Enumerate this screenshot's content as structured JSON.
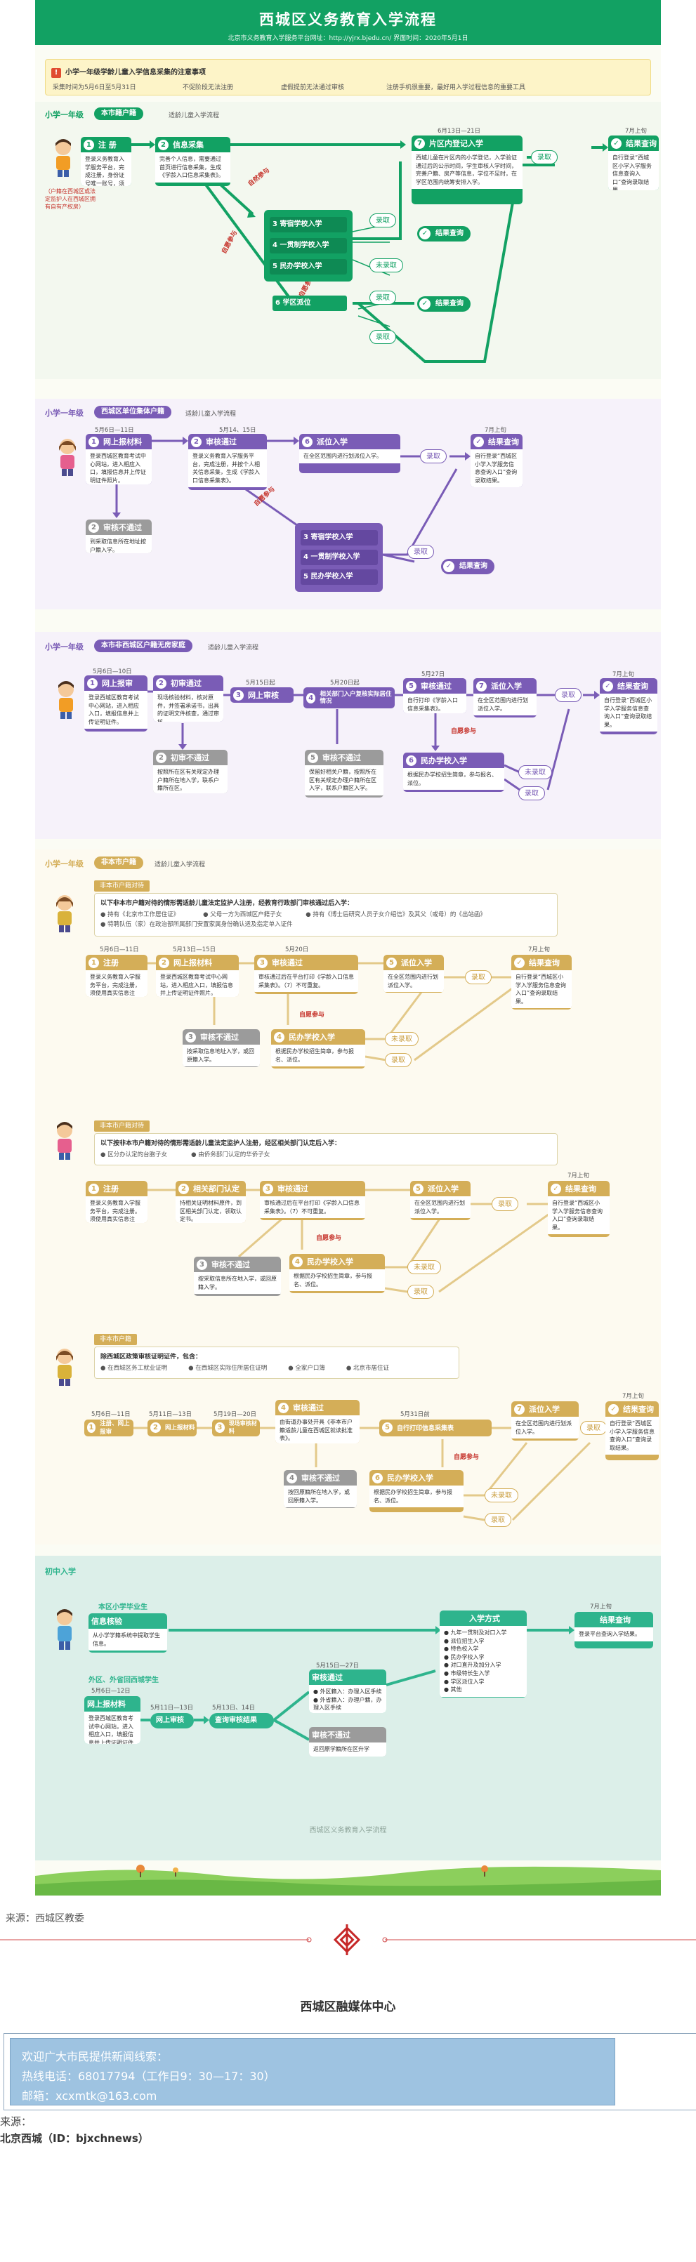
{
  "poster": {
    "title": "西城区义务教育入学流程",
    "subtitle": "北京市义务教育入学服务平台网址：http://yjrx.bjedu.cn/        界面时间：2020年5月1日",
    "notice_title": "小学一年级学龄儿童入学信息采集的注意事项",
    "notice_items": [
      "采集时间为5月6日至5月31日",
      "不促阶段无法注册",
      "虚假提前无法通过审核",
      "注册手机很重要，最好用入学过程信息的重要工具"
    ],
    "footer_watermark": "西城区义务教育入学流程"
  },
  "sections": {
    "s1": {
      "grade": "小学一年级",
      "tag": "本市籍户籍",
      "note": "适龄儿童入学流程",
      "left_note": "（户籍在西城区或法定监护人在西城区拥有自有产权房）",
      "dates": {
        "n7": "6月13日—21日",
        "result": "7月上旬"
      },
      "nodes": {
        "n1": {
          "num": "1",
          "title": "注 册",
          "body": "登录义务教育入学服务平台，完成注册，身份证号唯一账号，须使用真实信息注册。"
        },
        "n2": {
          "num": "2",
          "title": "信息采集",
          "body": "完善个人信息，需要通过首页进行信息采集，生成《学龄入口信息采集表》。"
        },
        "n7": {
          "num": "7",
          "title": "片区内登记入学",
          "body": "西城儿童在片区内的小学登记，入学验证通过后的公示时间，学生审核人学时间，完善户籍、房产等信息，学位不足时，在学区范围内统筹安排入学。"
        },
        "result": {
          "title": "结果查询",
          "body": "自行登录“西城区小学入学服务信息查询入口”查询录取结果。"
        }
      },
      "stack": [
        "3 寄宿学校入学",
        "4 一贯制学校入学",
        "5 民办学校入学"
      ],
      "n6": "6 学区派位",
      "verts": [
        "自然参与",
        "自愿参与",
        "自愿参与"
      ],
      "btn_enroll": "录取",
      "btn_not": "未录取",
      "result_query": "结果查询"
    },
    "s2": {
      "grade": "小学一年级",
      "tag": "西城区单位集体户籍",
      "note": "适龄儿童入学流程",
      "dates": {
        "n1": "5月6日—11日",
        "n2": "5月14、15日",
        "result": "7月上旬"
      },
      "nodes": {
        "n1": {
          "num": "1",
          "title": "网上报材料",
          "body": "登录西城区教育考试中心网站，进入相应入口，填报信息并上传证明证件照片。"
        },
        "n2": {
          "num": "2",
          "title": "审核通过",
          "body": "登录义务教育入学服务平台，完成注册，并按个人相关信息采集，生成《学龄入口信息采集表》。"
        },
        "n2b": {
          "num": "2",
          "title": "审核不通过",
          "body": "到采取信息所在地址按户籍入学。"
        },
        "n6": {
          "num": "6",
          "title": "派位入学",
          "body": "在全区范围内进行划派位入学。"
        },
        "result": {
          "title": "结果查询",
          "body": "自行登录“西城区小学入学服务信息查询入口”查询录取结果。"
        }
      },
      "stack": [
        "3 寄宿学校入学",
        "4 一贯制学校入学",
        "5 民办学校入学"
      ],
      "vert": "自愿参与",
      "btn_enroll": "录取",
      "result_query": "结果查询"
    },
    "s3": {
      "grade": "小学一年级",
      "tag": "本市非西城区户籍无房家庭",
      "note": "适龄儿童入学流程",
      "dates": {
        "n1": "5月6日—10日",
        "n3": "5月15日起",
        "n4": "5月20日起",
        "n5": "5月27日",
        "result": "7月上旬"
      },
      "nodes": {
        "n1": {
          "num": "1",
          "title": "网上报审",
          "body": "登录西城区教育考试中心网站，进入相应入口，填报信息并上传证明证件。"
        },
        "n2": {
          "num": "2",
          "title": "初审通过",
          "body": "现场核验材料，核对原件，并签署承诺书，出具的证明文件核查，通过审核。"
        },
        "n2b": {
          "num": "2",
          "title": "初审不通过",
          "body": "按照所在区有关规定办理户籍所在地入学，联系户籍所在区。"
        },
        "n3": {
          "num": "3",
          "title": "网上审核",
          "body": ""
        },
        "n4": {
          "num": "4",
          "title": "相关部门入户复核实际居住情况",
          "body": ""
        },
        "n5": {
          "num": "5",
          "title": "审核通过",
          "body": "自行打印《学龄入口信息采集表》。"
        },
        "n5b": {
          "num": "5",
          "title": "审核不通过",
          "body": "保留好相关户籍，按照所在区有关规定办理户籍所在区入学，联系户籍区入学。"
        },
        "n6": {
          "num": "6",
          "title": "民办学校入学",
          "body": "根据民办学校招生简章，参与报名、派位。"
        },
        "n7": {
          "num": "7",
          "title": "派位入学",
          "body": "在全区范围内进行划派位入学。"
        },
        "result": {
          "title": "结果查询",
          "body": "自行登录“西城区小学入学服务信息查询入口”查询录取结果。"
        }
      },
      "vert": "自愿参与",
      "btn_enroll": "录取",
      "btn_not": "未录取"
    },
    "s4": {
      "grade": "小学一年级",
      "tag": "非本市户籍",
      "note": "适龄儿童入学流程",
      "a": {
        "head": "非本市户籍对待",
        "req_title": "以下非本市户籍对待的情形需适龄儿童法定监护人注册，经教育行政部门审核通过后入学：",
        "req": [
          "● 持有《北京市工作居住证》",
          "● 父母一方为西城区户籍子女",
          "● 持有《博士后研究人员子女介绍信》及其父（或母）的《出站函》",
          "● 特聘队伍（家）在政治部所属部门安置家属身份确认适及指定单入证件"
        ],
        "dates": {
          "n1": "5月6日—11日",
          "n2": "5月13日—15日",
          "n3": "5月20日",
          "result": "7月上旬"
        },
        "nodes": {
          "n1": {
            "num": "1",
            "title": "注册",
            "body": "登录义务教育入学服务平台，完成注册，须使用真实信息注册。"
          },
          "n2": {
            "num": "2",
            "title": "网上报材料",
            "body": "登录西城区教育考试中心网站，进入相应入口，填报信息并上传证明证件照片。"
          },
          "n3": {
            "num": "3",
            "title": "审核通过",
            "body": "审核通过后在平台打印《学龄入口信息采集表》。（7）不可重复。"
          },
          "n3b": {
            "num": "3",
            "title": "审核不通过",
            "body": "按采取信息地址入学，或回原籍入学。"
          },
          "n4": {
            "num": "4",
            "title": "民办学校入学",
            "body": "根据民办学校招生简章，参与报名、派位。"
          },
          "n5": {
            "num": "5",
            "title": "派位入学",
            "body": "在全区范围内进行划派位入学。"
          },
          "result": {
            "title": "结果查询",
            "body": "自行登录“西城区小学入学服务信息查询入口”查询录取结果。"
          }
        }
      },
      "b": {
        "head": "非本市户籍对待",
        "req_title": "以下按非本市户籍对待的情形需适龄儿童法定监护人注册，经区相关部门认定后入学：",
        "req": [
          "● 区分办认定的台胞子女",
          "● 由侨务部门认定的华侨子女"
        ],
        "result_date": "7月上旬",
        "nodes": {
          "n1": {
            "num": "1",
            "title": "注册",
            "body": "登录义务教育入学服务平台，完成注册。须使用真实信息注册。"
          },
          "n2": {
            "num": "2",
            "title": "相关部门认定",
            "body": "持相关证明材料原件，到区相关部门认定，领取认定书。"
          },
          "n3": {
            "num": "3",
            "title": "审核通过",
            "body": "审核通过后在平台打印《学龄入口信息采集表》。（7）不可重复。"
          },
          "n3b": {
            "num": "3",
            "title": "审核不通过",
            "body": "按采取信息所在地入学，或回原籍入学。"
          },
          "n4": {
            "num": "4",
            "title": "民办学校入学",
            "body": "根据民办学校招生简章，参与报名、派位。"
          },
          "n5": {
            "num": "5",
            "title": "派位入学",
            "body": "在全区范围内进行划派位入学。"
          },
          "result": {
            "title": "结果查询",
            "body": "自行登录“西城区小学入学服务信息查询入口”查询录取结果。"
          }
        }
      },
      "c": {
        "head": "非本市户籍",
        "req_title": "除西城区政策审核证明证件，包含：",
        "req": [
          "● 在西城区务工就业证明",
          "● 在西城区实际住所居住证明",
          "● 全家户口簿",
          "● 北京市居住证"
        ],
        "dates": {
          "n1": "5月6日—11日",
          "n2": "5月11日—13日",
          "n3": "5月19日—20日",
          "n5": "5月31日前",
          "result": "7月上旬"
        },
        "nodes": {
          "n1": {
            "num": "1",
            "title": "注册、网上报审",
            "body": ""
          },
          "n2": {
            "num": "2",
            "title": "网上报材料",
            "body": ""
          },
          "n3": {
            "num": "3",
            "title": "现场审核材料",
            "body": ""
          },
          "n4": {
            "num": "4",
            "title": "审核通过",
            "body": "由街道办事处开具《非本市户籍适龄儿童在西城区就读批准表》。"
          },
          "n4b": {
            "num": "4",
            "title": "审核不通过",
            "body": "按回原籍所在地入学，或回原籍入学。"
          },
          "n5": {
            "num": "5",
            "title": "自行打印信息采集表",
            "body": ""
          },
          "n6": {
            "num": "6",
            "title": "民办学校入学",
            "body": "根据民办学校招生简章，参与报名、派位。"
          },
          "n7": {
            "num": "7",
            "title": "派位入学",
            "body": "在全区范围内进行划派位入学。"
          },
          "result": {
            "title": "结果查询",
            "body": "自行登录“西城区小学入学服务信息查询入口”查询录取结果。"
          }
        }
      },
      "vert": "自愿参与",
      "btn_enroll": "录取",
      "btn_not": "未录取"
    },
    "s5": {
      "grade": "初中入学",
      "local_label": "本区小学毕业生",
      "local_node": {
        "title": "信息核验",
        "body": "从小学学籍系统中提取学生信息。"
      },
      "out_label": "外区、外省回西城学生",
      "out_dates": {
        "n1": "5月6日—12日",
        "n2": "5月11日—13日",
        "n3": "5月13日、14日",
        "n4": "5月15日—27日",
        "result": "7月上旬"
      },
      "out_nodes": {
        "n1": {
          "title": "网上报材料",
          "body": "登录西城区教育考试中心网站，进入相应入口，填报信息并上传证明证件照片。"
        },
        "n2": {
          "title": "网上审核"
        },
        "n3": {
          "title": "查询审核结果"
        },
        "pass": {
          "title": "审核通过",
          "items": [
            "● 外区籍入：办理入区手续",
            "● 外省籍入：办理户籍，办理入区手续"
          ]
        },
        "fail": {
          "title": "审核不通过",
          "body": "返回原学籍所在区升学"
        }
      },
      "methods": {
        "title": "入学方式",
        "items": [
          "● 九年一贯制及对口入学",
          "● 派位招生入学",
          "● 特色校入学",
          "● 民办学校入学",
          "● 对口直升及加分入学",
          "● 市级特长生入学",
          "● 学区派位入学",
          "● 其他"
        ]
      },
      "result": {
        "title": "结果查询",
        "body": "登录平台查询入学结果。"
      }
    }
  },
  "footer": {
    "credit_src": "来源：西城区教委",
    "org": "西城区融媒体中心",
    "contact": [
      "欢迎广大市民提供新闻线索：",
      "热线电话：68017794（工作日9：30—17：30）",
      "邮箱：xcxmtk@163.com"
    ],
    "src_label": "来源：",
    "src_value": "北京西城（ID：bjxchnews）"
  },
  "colors": {
    "green": "#12a163",
    "purple": "#7a5cb6",
    "tan": "#d4ae58",
    "teal": "#2eb48d"
  }
}
